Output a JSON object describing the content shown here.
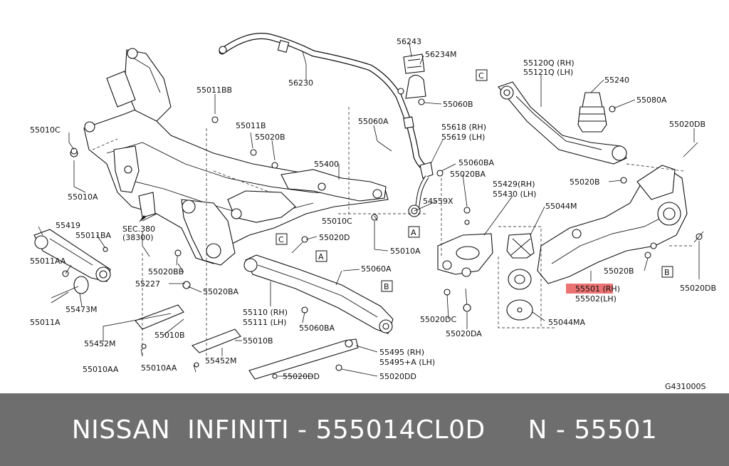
{
  "labels": {
    "l_56243": "56243",
    "l_56234m": "56234M",
    "l_56230": "56230",
    "l_55011bb": "55011BB",
    "l_55060b": "55060B",
    "l_55010c": "55010C",
    "l_55011b": "55011B",
    "l_55020b_a": "55020B",
    "l_55060a": "55060A",
    "l_55618": "55618 (RH)",
    "l_55619": "55619 (LH)",
    "l_55060ba_a": "55060BA",
    "l_55020ba_a": "55020BA",
    "l_55400": "55400",
    "l_55010a_a": "55010A",
    "l_55419": "55419",
    "l_sec380": "SEC.380",
    "l_38300": "(38300)",
    "l_55011ba": "55011BA",
    "l_55011aa": "55011AA",
    "l_55020bb": "55020BB",
    "l_55227": "55227",
    "l_55020ba_b": "55020BA",
    "l_55473m": "55473M",
    "l_55011a": "55011A",
    "l_55452m_a": "55452M",
    "l_55010b_a": "55010B",
    "l_55010aa_a": "55010AA",
    "l_55010aa_b": "55010AA",
    "l_55010b_b": "55010B",
    "l_55452m_b": "55452M",
    "l_54559x": "54559X",
    "l_55010c_b": "55010C",
    "l_55020d": "55020D",
    "l_55010a_b": "55010A",
    "l_55060a_b": "55060A",
    "l_55110": "55110 (RH)",
    "l_55111": "55111 (LH)",
    "l_55060ba_b": "55060BA",
    "l_55020dc": "55020DC",
    "l_55020da": "55020DA",
    "l_55495": "55495 (RH)",
    "l_55495a": "55495+A (LH)",
    "l_55020dd_a": "55020DD",
    "l_55020dd_b": "55020DD",
    "l_55120q": "55120Q (RH)",
    "l_55121q": "55121Q (LH)",
    "l_55240": "55240",
    "l_55080a": "55080A",
    "l_55020db_a": "55020DB",
    "l_55020b_b": "55020B",
    "l_55429": "55429(RH)",
    "l_55430": "55430 (LH)",
    "l_55044m": "55044M",
    "l_55020b_c": "55020B",
    "l_55501": "55501 (RH)",
    "l_55502": "55502(LH)",
    "l_55020db_b": "55020DB",
    "l_55044ma": "55044MA",
    "l_g431000s": "G431000S",
    "ref_a1": "A",
    "ref_a2": "A",
    "ref_b1": "B",
    "ref_b2": "B",
    "ref_c1": "C",
    "ref_c2": "C"
  },
  "highlight_color": "#e85a5a",
  "caption": {
    "text": "NISSAN  INFINITI - 555014CL0D     N - 55501",
    "background": "#6e6e6e",
    "color": "#ffffff"
  }
}
